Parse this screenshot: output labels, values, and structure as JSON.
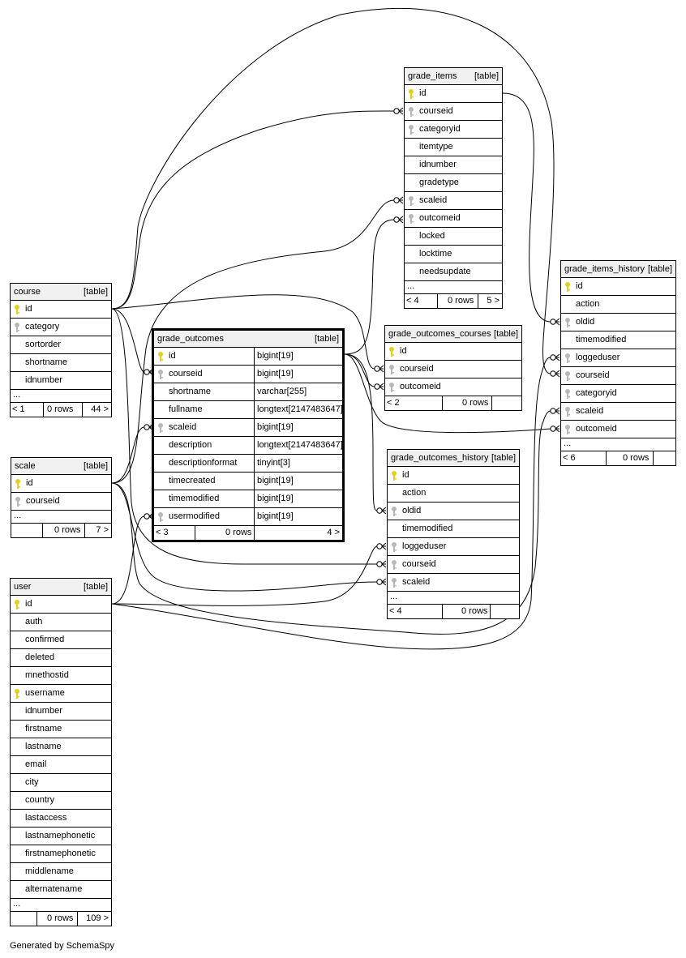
{
  "tag_label": "[table]",
  "rows_label": "0 rows",
  "ellipsis": "...",
  "credit": "Generated by SchemaSpy",
  "key_colors": {
    "primary": "#e6cf1c",
    "foreign": "#b8b8b8"
  },
  "tables": {
    "course": {
      "name": "course",
      "columns": [
        {
          "name": "id",
          "key": "primary"
        },
        {
          "name": "category",
          "key": "foreign"
        },
        {
          "name": "sortorder"
        },
        {
          "name": "shortname"
        },
        {
          "name": "idnumber"
        }
      ],
      "footer": {
        "parents": "< 1",
        "children": "44 >"
      }
    },
    "scale": {
      "name": "scale",
      "columns": [
        {
          "name": "id",
          "key": "primary"
        },
        {
          "name": "courseid",
          "key": "foreign"
        }
      ],
      "footer": {
        "parents": "",
        "children": "7 >"
      }
    },
    "user": {
      "name": "user",
      "columns": [
        {
          "name": "id",
          "key": "primary"
        },
        {
          "name": "auth"
        },
        {
          "name": "confirmed"
        },
        {
          "name": "deleted"
        },
        {
          "name": "mnethostid"
        },
        {
          "name": "username",
          "key": "primary"
        },
        {
          "name": "idnumber"
        },
        {
          "name": "firstname"
        },
        {
          "name": "lastname"
        },
        {
          "name": "email"
        },
        {
          "name": "city"
        },
        {
          "name": "country"
        },
        {
          "name": "lastaccess"
        },
        {
          "name": "lastnamephonetic"
        },
        {
          "name": "firstnamephonetic"
        },
        {
          "name": "middlename"
        },
        {
          "name": "alternatename"
        }
      ],
      "footer": {
        "parents": "",
        "children": "109 >"
      }
    },
    "grade_outcomes": {
      "name": "grade_outcomes",
      "columns": [
        {
          "name": "id",
          "key": "primary",
          "type": "bigint[19]"
        },
        {
          "name": "courseid",
          "key": "foreign",
          "type": "bigint[19]"
        },
        {
          "name": "shortname",
          "type": "varchar[255]"
        },
        {
          "name": "fullname",
          "type": "longtext[2147483647]"
        },
        {
          "name": "scaleid",
          "key": "foreign",
          "type": "bigint[19]"
        },
        {
          "name": "description",
          "type": "longtext[2147483647]"
        },
        {
          "name": "descriptionformat",
          "type": "tinyint[3]"
        },
        {
          "name": "timecreated",
          "type": "bigint[19]"
        },
        {
          "name": "timemodified",
          "type": "bigint[19]"
        },
        {
          "name": "usermodified",
          "key": "foreign",
          "type": "bigint[19]"
        }
      ],
      "footer": {
        "parents": "< 3",
        "children": "4 >"
      }
    },
    "grade_items": {
      "name": "grade_items",
      "columns": [
        {
          "name": "id",
          "key": "primary"
        },
        {
          "name": "courseid",
          "key": "foreign"
        },
        {
          "name": "categoryid",
          "key": "foreign"
        },
        {
          "name": "itemtype"
        },
        {
          "name": "idnumber"
        },
        {
          "name": "gradetype"
        },
        {
          "name": "scaleid",
          "key": "foreign"
        },
        {
          "name": "outcomeid",
          "key": "foreign"
        },
        {
          "name": "locked"
        },
        {
          "name": "locktime"
        },
        {
          "name": "needsupdate"
        }
      ],
      "footer": {
        "parents": "< 4",
        "children": "5 >"
      }
    },
    "grade_outcomes_courses": {
      "name": "grade_outcomes_courses",
      "columns": [
        {
          "name": "id",
          "key": "primary"
        },
        {
          "name": "courseid",
          "key": "foreign"
        },
        {
          "name": "outcomeid",
          "key": "foreign"
        }
      ],
      "footer": {
        "parents": "< 2",
        "children": ""
      }
    },
    "grade_outcomes_history": {
      "name": "grade_outcomes_history",
      "columns": [
        {
          "name": "id",
          "key": "primary"
        },
        {
          "name": "action"
        },
        {
          "name": "oldid",
          "key": "foreign"
        },
        {
          "name": "timemodified"
        },
        {
          "name": "loggeduser",
          "key": "foreign"
        },
        {
          "name": "courseid",
          "key": "foreign"
        },
        {
          "name": "scaleid",
          "key": "foreign"
        }
      ],
      "footer": {
        "parents": "< 4",
        "children": ""
      }
    },
    "grade_items_history": {
      "name": "grade_items_history",
      "columns": [
        {
          "name": "id",
          "key": "primary"
        },
        {
          "name": "action"
        },
        {
          "name": "oldid",
          "key": "foreign"
        },
        {
          "name": "timemodified"
        },
        {
          "name": "loggeduser",
          "key": "foreign"
        },
        {
          "name": "courseid",
          "key": "foreign"
        },
        {
          "name": "categoryid",
          "key": "foreign"
        },
        {
          "name": "scaleid",
          "key": "foreign"
        },
        {
          "name": "outcomeid",
          "key": "foreign"
        }
      ],
      "footer": {
        "parents": "< 6",
        "children": ""
      }
    }
  },
  "relationships": [
    {
      "from": "course.id",
      "to": "grade_items.courseid"
    },
    {
      "from": "course.id",
      "to": "grade_outcomes.courseid"
    },
    {
      "from": "course.id",
      "to": "grade_outcomes_courses.courseid"
    },
    {
      "from": "course.id",
      "to": "grade_outcomes_history.courseid"
    },
    {
      "from": "course.id",
      "to": "grade_items_history.courseid"
    },
    {
      "from": "scale.id",
      "to": "grade_items.scaleid"
    },
    {
      "from": "scale.id",
      "to": "grade_outcomes.scaleid"
    },
    {
      "from": "scale.id",
      "to": "grade_outcomes_history.scaleid"
    },
    {
      "from": "scale.id",
      "to": "grade_items_history.scaleid"
    },
    {
      "from": "user.id",
      "to": "grade_outcomes.usermodified"
    },
    {
      "from": "user.id",
      "to": "grade_outcomes_history.loggeduser"
    },
    {
      "from": "user.id",
      "to": "grade_items_history.loggeduser"
    },
    {
      "from": "grade_outcomes.id",
      "to": "grade_items.outcomeid"
    },
    {
      "from": "grade_outcomes.id",
      "to": "grade_outcomes_courses.outcomeid"
    },
    {
      "from": "grade_outcomes.id",
      "to": "grade_outcomes_history.oldid"
    },
    {
      "from": "grade_outcomes.id",
      "to": "grade_items_history.outcomeid"
    },
    {
      "from": "grade_items.id",
      "to": "grade_items_history.oldid"
    }
  ]
}
